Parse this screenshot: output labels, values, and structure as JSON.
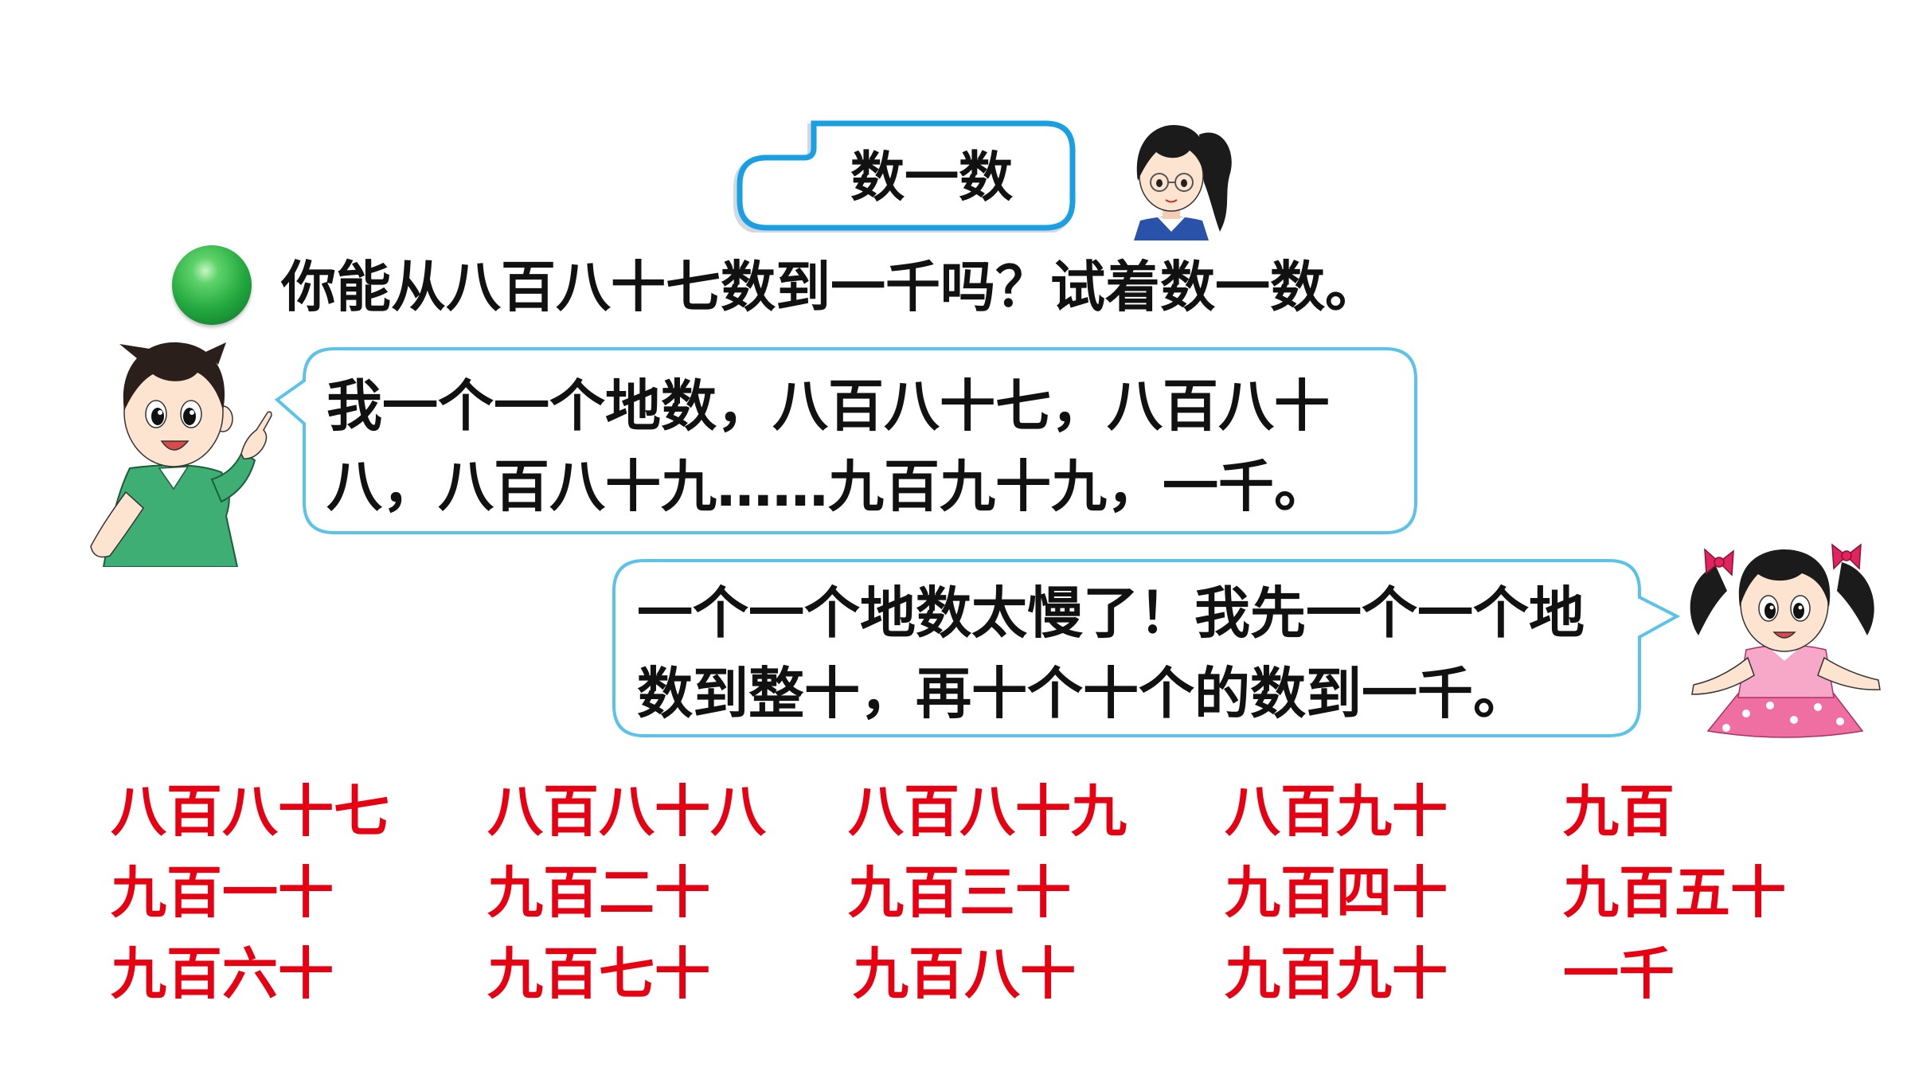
{
  "header": {
    "title": "数一数"
  },
  "question": {
    "text": "你能从八百八十七数到一千吗？试着数一数。"
  },
  "bubbles": {
    "boy": {
      "line1": "我一个一个地数，八百八十七，八百八十",
      "line2": "八，八百八十九……九百九十九，一千。"
    },
    "girl": {
      "line1": "一个一个地数太慢了！我先一个一个地",
      "line2": "数到整十，再十个十个的数到一千。"
    }
  },
  "number_grid": {
    "rows": [
      [
        "八百八十七",
        "八百八十八",
        "八百八十九",
        "八百九十",
        "九百"
      ],
      [
        "九百一十",
        "九百二十",
        "九百三十",
        "九百四十",
        "九百五十"
      ],
      [
        "九百六十",
        "九百七十",
        "九百八十",
        "九百九十",
        "一千"
      ]
    ]
  },
  "colors": {
    "title_border": "#1a9fe3",
    "bubble_border": "#5bc3ea",
    "numbers": "#e60012",
    "bullet": "#23a83f",
    "text": "#111111"
  },
  "icons": {
    "bullet": "green-circle-bullet-icon",
    "teacher": "girl-with-glasses-avatar",
    "boy": "pointing-boy-illustration",
    "girl": "pigtail-girl-illustration"
  }
}
